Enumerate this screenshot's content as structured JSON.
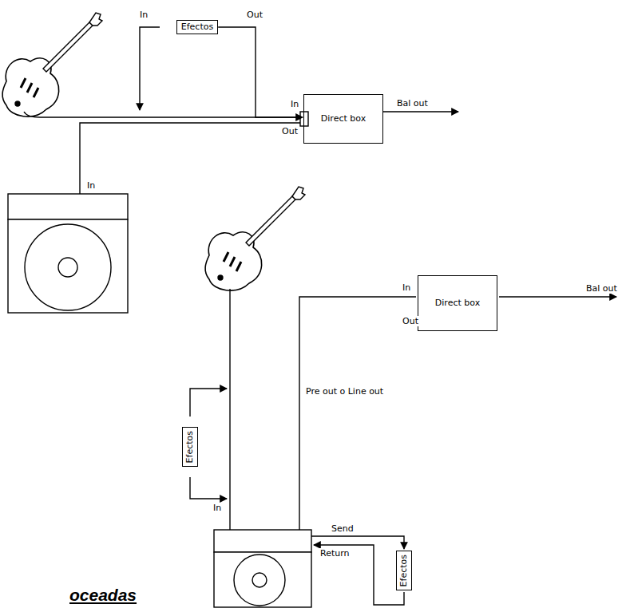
{
  "diagram": {
    "nodes": [
      {
        "text": [
          "Efectos"
        ]
      },
      {
        "text": [
          "Direct box"
        ]
      },
      {
        "text": [
          "Efectos"
        ]
      },
      {
        "text": [
          "Direct box"
        ]
      },
      {
        "text": [
          "Efectos"
        ]
      }
    ],
    "edges": [
      {
        "from": 0,
        "to": 1,
        "arrow": "to"
      }
    ],
    "labels": [
      "In",
      "Out",
      "In",
      "Out",
      "Bal out",
      "In",
      "In",
      "Out",
      "Bal out",
      "Pre out o Line out",
      "In",
      "Send",
      "Return",
      "oceadas"
    ]
  }
}
